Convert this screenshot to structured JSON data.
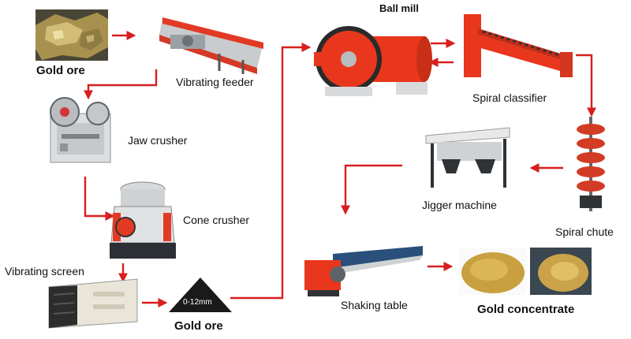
{
  "labels": {
    "gold_ore_top": "Gold ore",
    "vibrating_feeder": "Vibrating feeder",
    "jaw_crusher": "Jaw crusher",
    "cone_crusher": "Cone crusher",
    "vibrating_screen": "Vibrating  screen",
    "gold_ore_bottom": "Gold ore",
    "pile_size": "0-12mm",
    "ball_mill": "Ball mill",
    "spiral_classifier": "Spiral classifier",
    "spiral_chute": "Spiral chute",
    "jigger_machine": "Jigger machine",
    "shaking_table": "Shaking table",
    "gold_concentrate": "Gold concentrate"
  },
  "colors": {
    "arrow": "#d81e1e",
    "machine_red": "#e8371c",
    "ore_gold": "#c8a040",
    "pile": "#1a1a1a"
  }
}
